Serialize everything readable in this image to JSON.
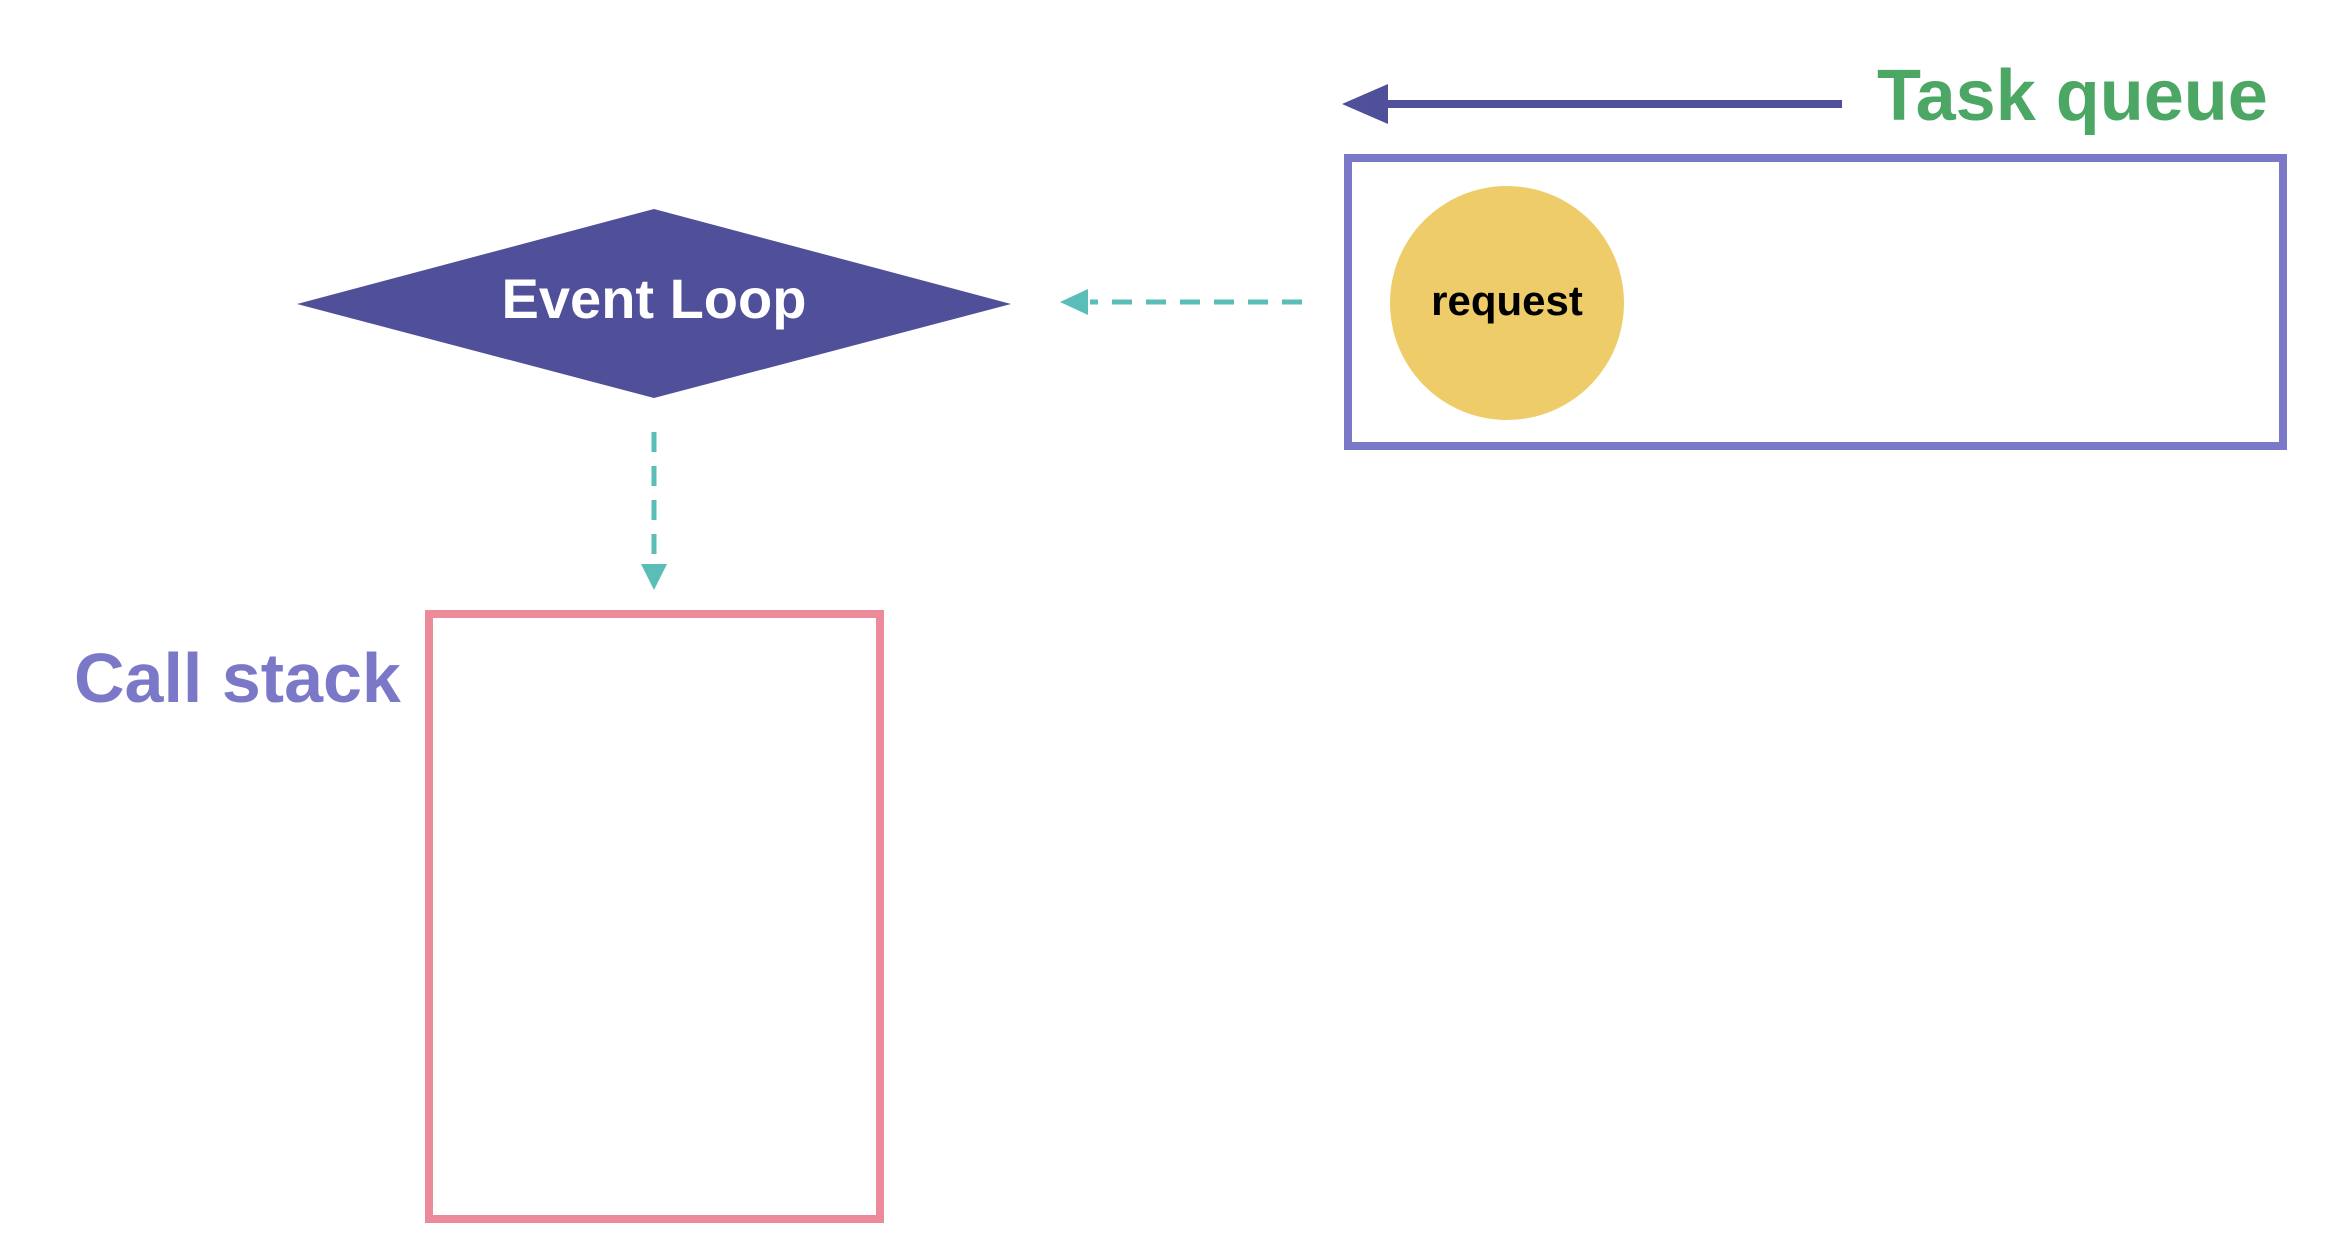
{
  "colors": {
    "background": "#ffffff",
    "event_loop_fill": "#504F9A",
    "event_loop_text": "#ffffff",
    "task_queue_border": "#7C78C8",
    "task_queue_label": "#4DA764",
    "task_queue_arrow": "#504F9A",
    "dashed_arrow": "#5BBDB8",
    "request_fill": "#EDCC69",
    "request_text": "#000000",
    "call_stack_border": "#EC8A99",
    "call_stack_label": "#7C78C8"
  },
  "event_loop": {
    "label": "Event Loop"
  },
  "task_queue": {
    "label": "Task queue",
    "items": [
      {
        "label": "request"
      }
    ]
  },
  "call_stack": {
    "label": "Call stack"
  }
}
